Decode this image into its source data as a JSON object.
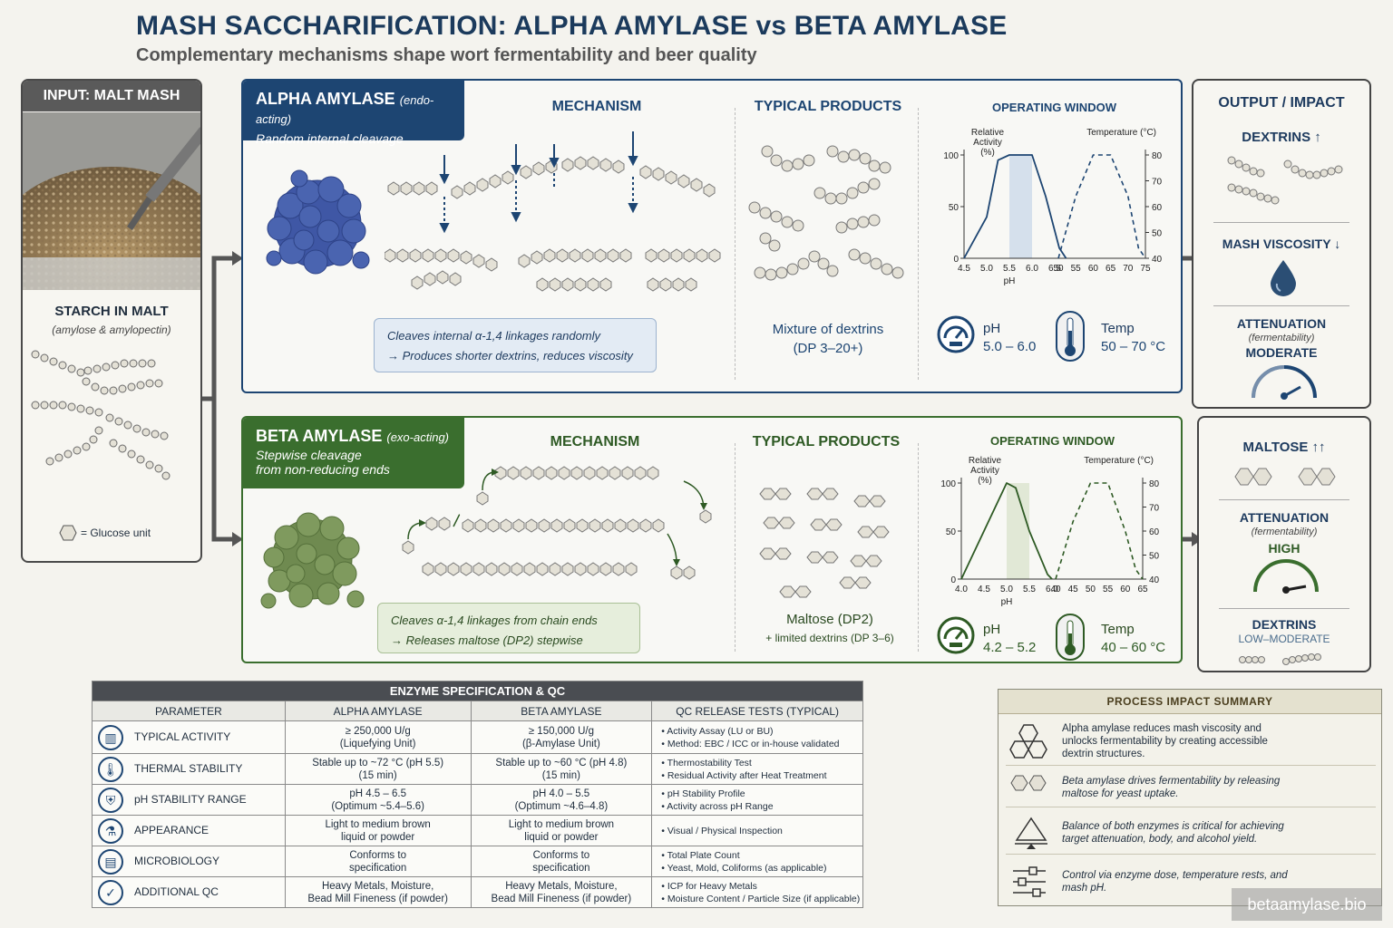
{
  "title": "MASH SACCHARIFICATION: ALPHA AMYLASE vs BETA AMYLASE",
  "subtitle": "Complementary mechanisms shape wort fermentability and beer quality",
  "input": {
    "header": "INPUT: MALT MASH",
    "starch_title": "STARCH IN MALT",
    "starch_sub": "(amylose & amylopectin)",
    "legend": "= Glucose unit"
  },
  "alpha": {
    "name": "ALPHA AMYLASE",
    "mode": "(endo-acting)",
    "desc": "Random internal cleavage",
    "mechanism": "MECHANISM",
    "products_hdr": "TYPICAL PRODUCTS",
    "window_hdr": "OPERATING WINDOW",
    "note1": "Cleaves internal α-1,4 linkages randomly",
    "note2": "→ Produces shorter dextrins, reduces viscosity",
    "prod1": "Mixture of dextrins",
    "prod2": "(DP 3–20+)",
    "y_label": "Relative Activity (%)",
    "t_label": "Temperature (°C)",
    "x_label": "pH",
    "ph_label": "pH",
    "ph_val": "5.0 – 6.0",
    "temp_label": "Temp",
    "temp_val": "50 – 70 °C"
  },
  "beta": {
    "name": "BETA AMYLASE",
    "mode": "(exo-acting)",
    "desc1": "Stepwise cleavage",
    "desc2": "from non-reducing ends",
    "mechanism": "MECHANISM",
    "products_hdr": "TYPICAL PRODUCTS",
    "window_hdr": "OPERATING WINDOW",
    "note1": "Cleaves α-1,4 linkages from chain ends",
    "note2": "→ Releases maltose (DP2) stepwise",
    "prod1": "Maltose (DP2)",
    "prod2": "+ limited dextrins (DP 3–6)",
    "y_label": "Relative Activity (%)",
    "t_label": "Temperature (°C)",
    "x_label": "pH",
    "ph_label": "pH",
    "ph_val": "4.2 – 5.2",
    "temp_label": "Temp",
    "temp_val": "40 – 60 °C"
  },
  "chart_data": [
    {
      "type": "line",
      "series": [
        {
          "values": [
            [
              4.5,
              0
            ],
            [
              5.0,
              40
            ],
            [
              5.25,
              95
            ],
            [
              5.5,
              100
            ],
            [
              6.0,
              100
            ],
            [
              6.3,
              60
            ],
            [
              6.6,
              10
            ],
            [
              6.75,
              0
            ]
          ]
        },
        {
          "values": [
            [
              50,
              0
            ],
            [
              55,
              60
            ],
            [
              60,
              100
            ],
            [
              65,
              100
            ],
            [
              70,
              60
            ],
            [
              73,
              10
            ],
            [
              75,
              0
            ]
          ]
        }
      ],
      "ph_ticks": [
        "4.5",
        "5.0",
        "5.5",
        "6.0",
        "6.5"
      ],
      "temp_ticks": [
        "50",
        "55",
        "60",
        "65",
        "70",
        "75"
      ],
      "y_ticks": [
        "0",
        "50",
        "100"
      ],
      "y2_ticks": [
        "40",
        "50",
        "60",
        "70",
        "80"
      ],
      "highlight_ph": [
        5.5,
        6.0
      ]
    },
    {
      "type": "line",
      "series": [
        {
          "values": [
            [
              4.0,
              0
            ],
            [
              4.6,
              60
            ],
            [
              5.0,
              100
            ],
            [
              5.2,
              95
            ],
            [
              5.5,
              50
            ],
            [
              5.9,
              5
            ],
            [
              6.0,
              0
            ]
          ]
        },
        {
          "values": [
            [
              40,
              0
            ],
            [
              45,
              60
            ],
            [
              50,
              100
            ],
            [
              55,
              100
            ],
            [
              60,
              50
            ],
            [
              63,
              10
            ],
            [
              65,
              0
            ]
          ]
        }
      ],
      "ph_ticks": [
        "4.0",
        "4.5",
        "5.0",
        "5.5",
        "6.0"
      ],
      "temp_ticks": [
        "40",
        "45",
        "50",
        "55",
        "60",
        "65"
      ],
      "y_ticks": [
        "0",
        "50",
        "100"
      ],
      "y2_ticks": [
        "40",
        "50",
        "60",
        "70",
        "80"
      ],
      "highlight_ph": [
        5.0,
        5.5
      ]
    }
  ],
  "output": {
    "header": "OUTPUT / IMPACT",
    "dextrins": "DEXTRINS ↑",
    "viscosity": "MASH VISCOSITY ↓",
    "atten_a": "ATTENUATION",
    "ferm_a": "(fermentability)",
    "atten_a_val": "MODERATE",
    "maltose": "MALTOSE ↑↑",
    "atten_b": "ATTENUATION",
    "ferm_b": "(fermentability)",
    "atten_b_val": "HIGH",
    "dex_b": "DEXTRINS",
    "dex_b_val": "LOW–MODERATE"
  },
  "spec": {
    "title": "ENZYME SPECIFICATION & QC",
    "columns": [
      "PARAMETER",
      "ALPHA AMYLASE",
      "BETA AMYLASE",
      "QC RELEASE TESTS (TYPICAL)"
    ],
    "rows": [
      {
        "icon": "chart-icon",
        "param": "TYPICAL ACTIVITY",
        "a1": "≥ 250,000 U/g",
        "a2": "(Liquefying Unit)",
        "b1": "≥ 150,000 U/g",
        "b2": "(β-Amylase Unit)",
        "q1": "Activity Assay (LU or BU)",
        "q2": "Method: EBC / ICC or in-house validated"
      },
      {
        "icon": "thermometer-icon",
        "param": "THERMAL STABILITY",
        "a1": "Stable up to ~72 °C (pH 5.5)",
        "a2": "(15 min)",
        "b1": "Stable up to ~60 °C (pH 4.8)",
        "b2": "(15 min)",
        "q1": "Thermostability Test",
        "q2": "Residual Activity after Heat Treatment"
      },
      {
        "icon": "shield-icon",
        "param": "pH STABILITY RANGE",
        "a1": "pH 4.5 – 6.5",
        "a2": "(Optimum ~5.4–5.6)",
        "b1": "pH 4.0 – 5.5",
        "b2": "(Optimum ~4.6–4.8)",
        "q1": "pH Stability Profile",
        "q2": "Activity across pH Range"
      },
      {
        "icon": "flask-icon",
        "param": "APPEARANCE",
        "a1": "Light to medium brown",
        "a2": "liquid or powder",
        "b1": "Light to medium brown",
        "b2": "liquid or powder",
        "q1": "Visual / Physical Inspection",
        "q2": ""
      },
      {
        "icon": "clipboard-icon",
        "param": "MICROBIOLOGY",
        "a1": "Conforms to",
        "a2": "specification",
        "b1": "Conforms to",
        "b2": "specification",
        "q1": "Total Plate Count",
        "q2": "Yeast, Mold, Coliforms (as applicable)"
      },
      {
        "icon": "check-icon",
        "param": "ADDITIONAL QC",
        "a1": "Heavy Metals, Moisture,",
        "a2": "Bead Mill Fineness (if powder)",
        "b1": "Heavy Metals, Moisture,",
        "b2": "Bead Mill Fineness (if powder)",
        "q1": "ICP for Heavy Metals",
        "q2": "Moisture Content / Particle Size (if applicable)"
      }
    ]
  },
  "summary": {
    "title": "PROCESS  IMPACT SUMMARY",
    "items": [
      "Alpha amylase reduces mash viscosity and unlocks fermentability by creating accessible dextrin structures.",
      "Beta amylase drives fermentability by releasing maltose for yeast uptake.",
      "Balance of both enzymes is critical for achieving target attenuation, body, and alcohol yield.",
      "Control via enzyme dose, temperature rests, and mash pH."
    ]
  },
  "watermark": "betaamylase.bio",
  "colors": {
    "alpha": "#1d4572",
    "beta": "#3a6e2e",
    "neutral": "#4a4a4a"
  }
}
